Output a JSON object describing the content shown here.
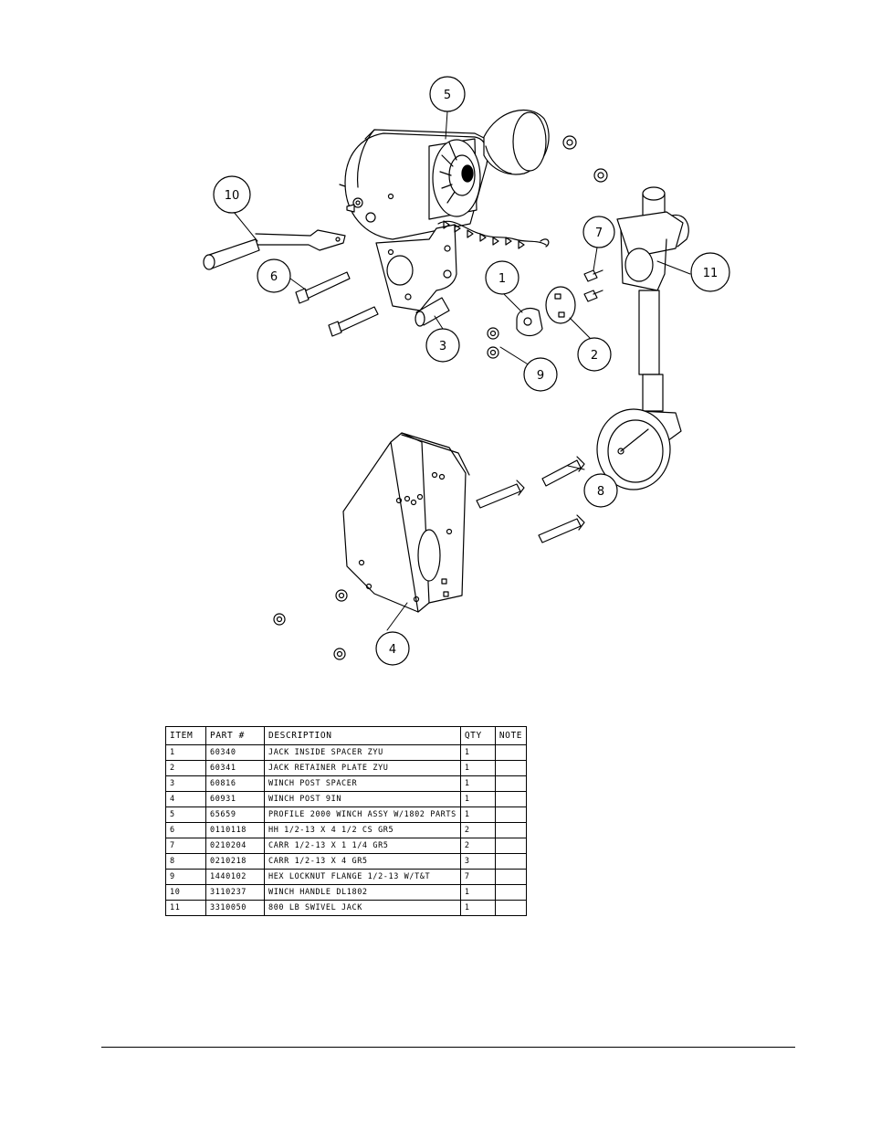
{
  "callouts": [
    "5",
    "10",
    "6",
    "3",
    "1",
    "2",
    "9",
    "7",
    "11",
    "8",
    "4"
  ],
  "table": {
    "headers": [
      "ITEM",
      "PART #",
      "DESCRIPTION",
      "QTY",
      "NOTE"
    ],
    "rows": [
      [
        "1",
        "60340",
        "JACK INSIDE SPACER ZYU",
        "1",
        ""
      ],
      [
        "2",
        "60341",
        "JACK RETAINER PLATE ZYU",
        "1",
        ""
      ],
      [
        "3",
        "60816",
        "WINCH POST SPACER",
        "1",
        ""
      ],
      [
        "4",
        "60931",
        "WINCH POST 9IN",
        "1",
        ""
      ],
      [
        "5",
        "65659",
        "PROFILE 2000 WINCH ASSY W/1802 PARTS",
        "1",
        ""
      ],
      [
        "6",
        "0110118",
        "HH 1/2-13 X 4 1/2 CS GR5",
        "2",
        ""
      ],
      [
        "7",
        "0210204",
        "CARR 1/2-13 X 1 1/4 GR5",
        "2",
        ""
      ],
      [
        "8",
        "0210218",
        "CARR 1/2-13 X 4 GR5",
        "3",
        ""
      ],
      [
        "9",
        "1440102",
        "HEX LOCKNUT FLANGE 1/2-13 W/T&T",
        "7",
        ""
      ],
      [
        "10",
        "3110237",
        "WINCH HANDLE  DL1802",
        "1",
        ""
      ],
      [
        "11",
        "3310050",
        "800 LB SWIVEL JACK",
        "1",
        ""
      ]
    ]
  }
}
